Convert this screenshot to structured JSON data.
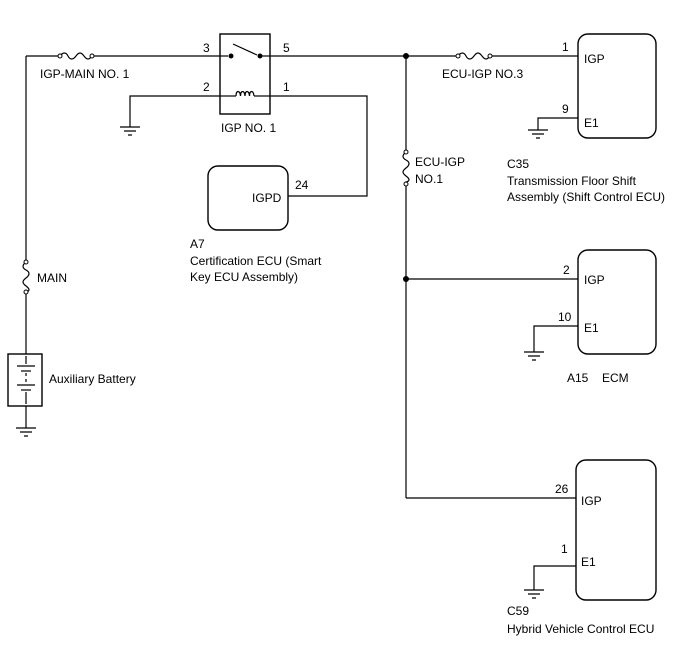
{
  "fuses": {
    "igp_main": "IGP-MAIN NO. 1",
    "main": "MAIN",
    "ecu_igp3": "ECU-IGP NO.3",
    "ecu_igp1_line1": "ECU-IGP",
    "ecu_igp1_line2": "NO.1"
  },
  "relay": {
    "name": "IGP NO. 1",
    "pin3": "3",
    "pin5": "5",
    "pin2": "2",
    "pin1": "1"
  },
  "battery": {
    "name": "Auxiliary Battery"
  },
  "cert_ecu": {
    "code": "A7",
    "name_line1": "Certification ECU (Smart",
    "name_line2": "Key ECU Assembly)",
    "terminal": "IGPD",
    "pin": "24"
  },
  "shift_ecu": {
    "code": "C35",
    "name_line1": "Transmission Floor Shift",
    "name_line2": "Assembly (Shift Control ECU)",
    "igp_pin": "1",
    "igp_label": "IGP",
    "e1_pin": "9",
    "e1_label": "E1"
  },
  "ecm": {
    "code": "A15",
    "name": "ECM",
    "igp_pin": "2",
    "igp_label": "IGP",
    "e1_pin": "10",
    "e1_label": "E1"
  },
  "hv_ecu": {
    "code": "C59",
    "name": "Hybrid Vehicle Control ECU",
    "igp_pin": "26",
    "igp_label": "IGP",
    "e1_pin": "1",
    "e1_label": "E1"
  }
}
